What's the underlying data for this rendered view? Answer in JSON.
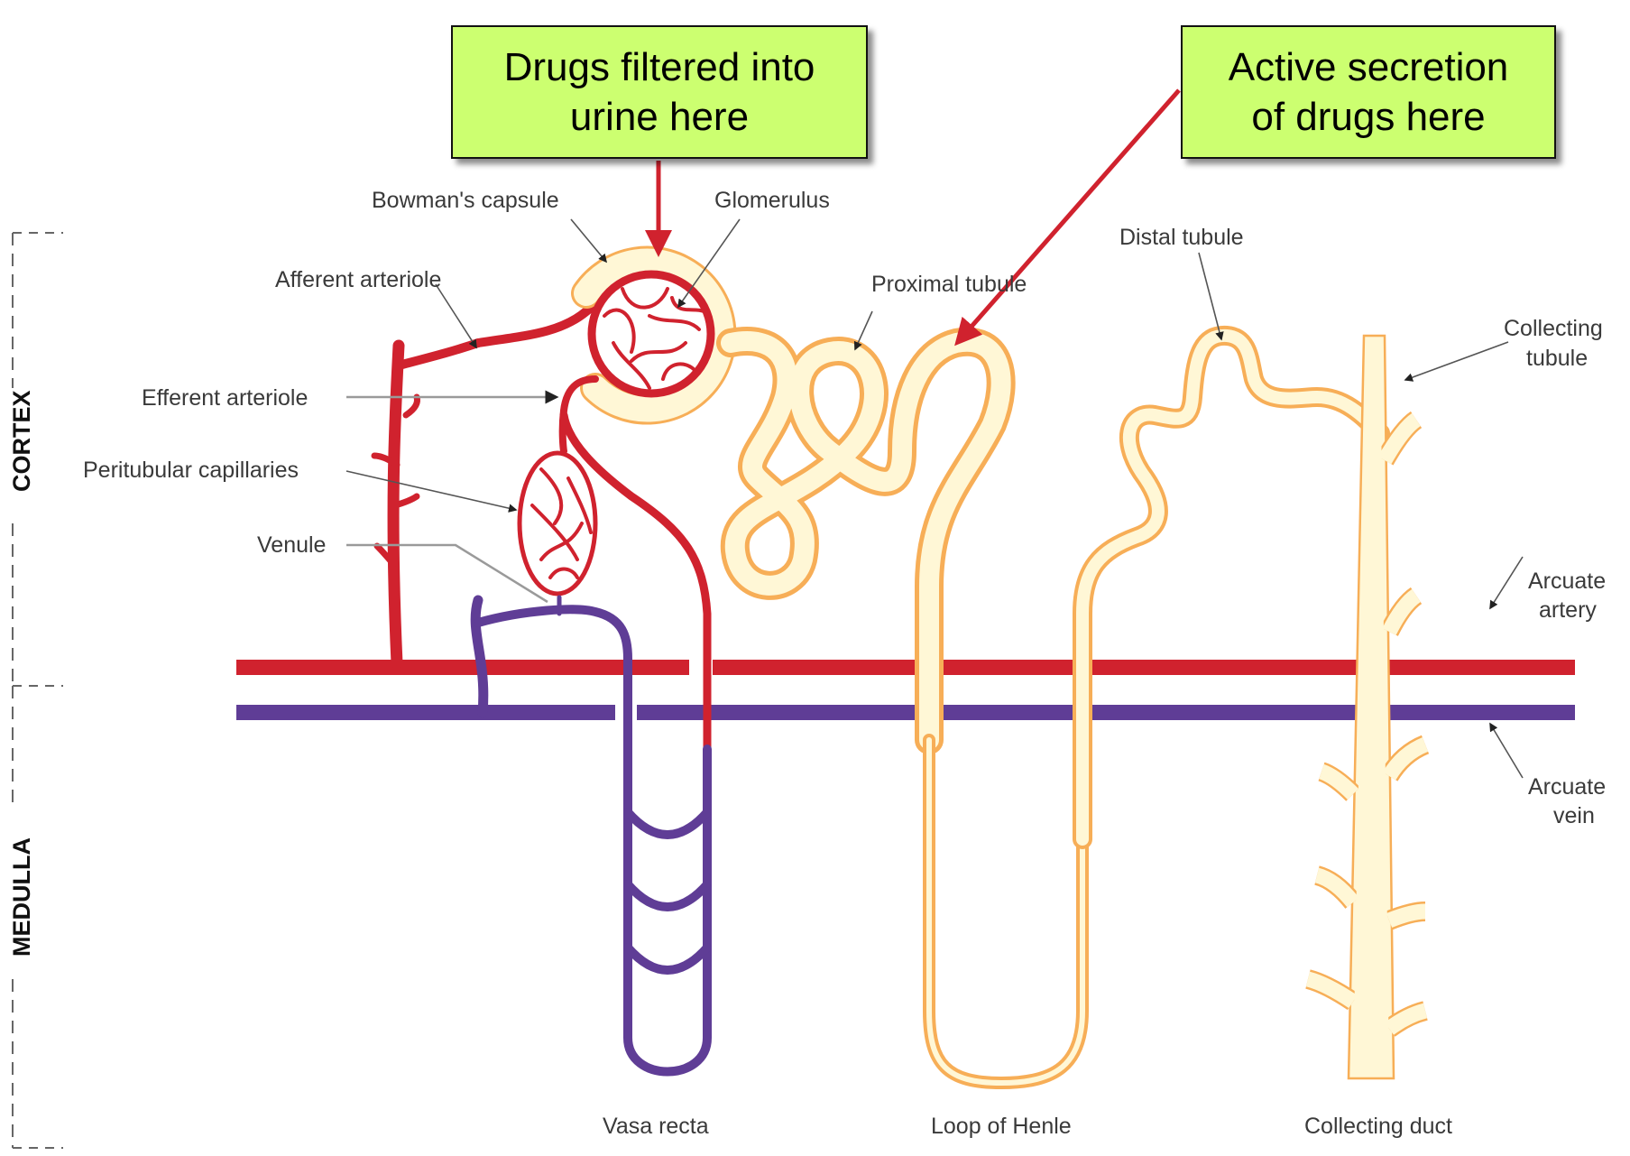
{
  "callouts": {
    "filtered": {
      "line1": "Drugs filtered into",
      "line2": "urine here"
    },
    "secretion": {
      "line1": "Active secretion",
      "line2": "of drugs here"
    }
  },
  "zones": {
    "cortex": "CORTEX",
    "medulla": "MEDULLA"
  },
  "labels": {
    "bowmans_capsule": "Bowman's capsule",
    "glomerulus": "Glomerulus",
    "afferent_arteriole": "Afferent arteriole",
    "efferent_arteriole": "Efferent arteriole",
    "peritubular_capillaries": "Peritubular capillaries",
    "venule": "Venule",
    "proximal_tubule": "Proximal tubule",
    "distal_tubule": "Distal tubule",
    "collecting_tubule_1": "Collecting",
    "collecting_tubule_2": "tubule",
    "arcuate_artery_1": "Arcuate",
    "arcuate_artery_2": "artery",
    "arcuate_vein_1": "Arcuate",
    "arcuate_vein_2": "vein",
    "vasa_recta": "Vasa recta",
    "loop_of_henle": "Loop of Henle",
    "collecting_duct": "Collecting duct"
  },
  "colors": {
    "callout_bg": "#ccff70",
    "artery_red": "#d0222e",
    "vein_purple": "#5f3d96",
    "tubule_fill": "#fff7d6",
    "tubule_outline": "#f7ae57"
  }
}
